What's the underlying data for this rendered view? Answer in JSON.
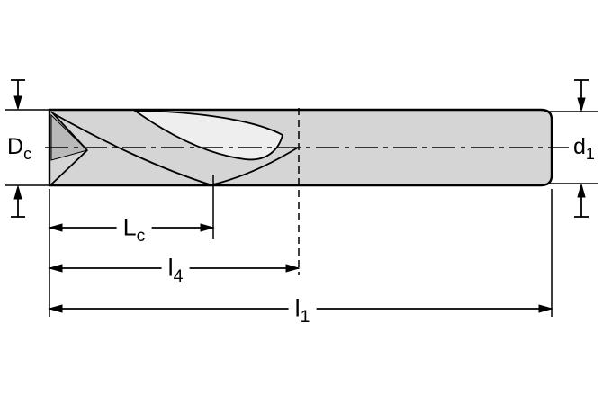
{
  "labels": {
    "dia_dc_main": "D",
    "dia_dc_sub": "c",
    "dia_d1_main": "d",
    "dia_d1_sub": "1",
    "len_lc_main": "L",
    "len_lc_sub": "c",
    "len_l4_main": "l",
    "len_l4_sub": "4",
    "len_l1_main": "l",
    "len_l1_sub": "1"
  },
  "colors": {
    "background": "#ffffff",
    "body_fill": "#d5d5d5",
    "flute_face_fill": "#eeeeee",
    "tip_shade": "#b9b9b9",
    "line": "#000000"
  }
}
